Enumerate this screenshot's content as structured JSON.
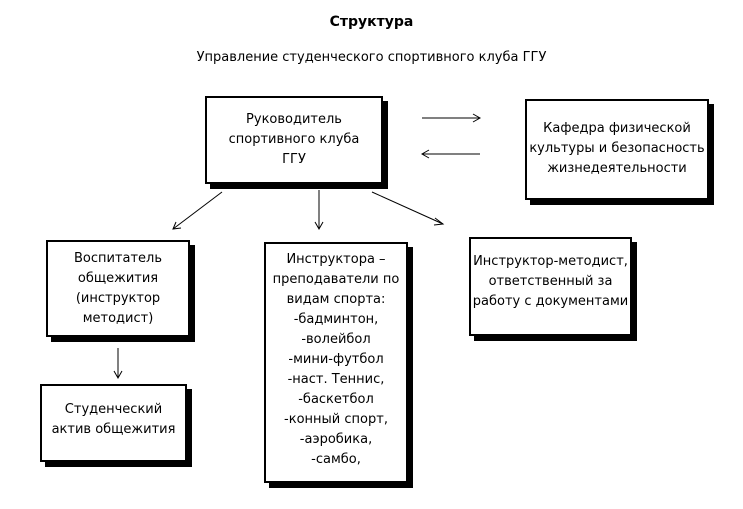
{
  "title": "Структура",
  "subtitle": "Управление студенческого спортивного клуба ГГУ",
  "boxes": {
    "head": [
      "Руководитель",
      "спортивного клуба",
      "ГГУ"
    ],
    "department": [
      "Кафедра физической",
      "культуры и безопасность",
      "жизнедеятельности"
    ],
    "tutor": [
      "Воспитатель",
      "общежития",
      "(инструктор",
      "методист)"
    ],
    "instructors": [
      "Инструктора –",
      "преподаватели по",
      "видам спорта:",
      "-бадминтон,",
      "-волейбол",
      "-мини-футбол",
      "-наст. Теннис,",
      "-баскетбол",
      "-конный спорт,",
      "-аэробика,",
      "-самбо,"
    ],
    "methodist": [
      "Инструктор-методист,",
      "ответственный за",
      "работу с документами"
    ],
    "activists": [
      "Студенческий",
      "актив общежития"
    ]
  }
}
